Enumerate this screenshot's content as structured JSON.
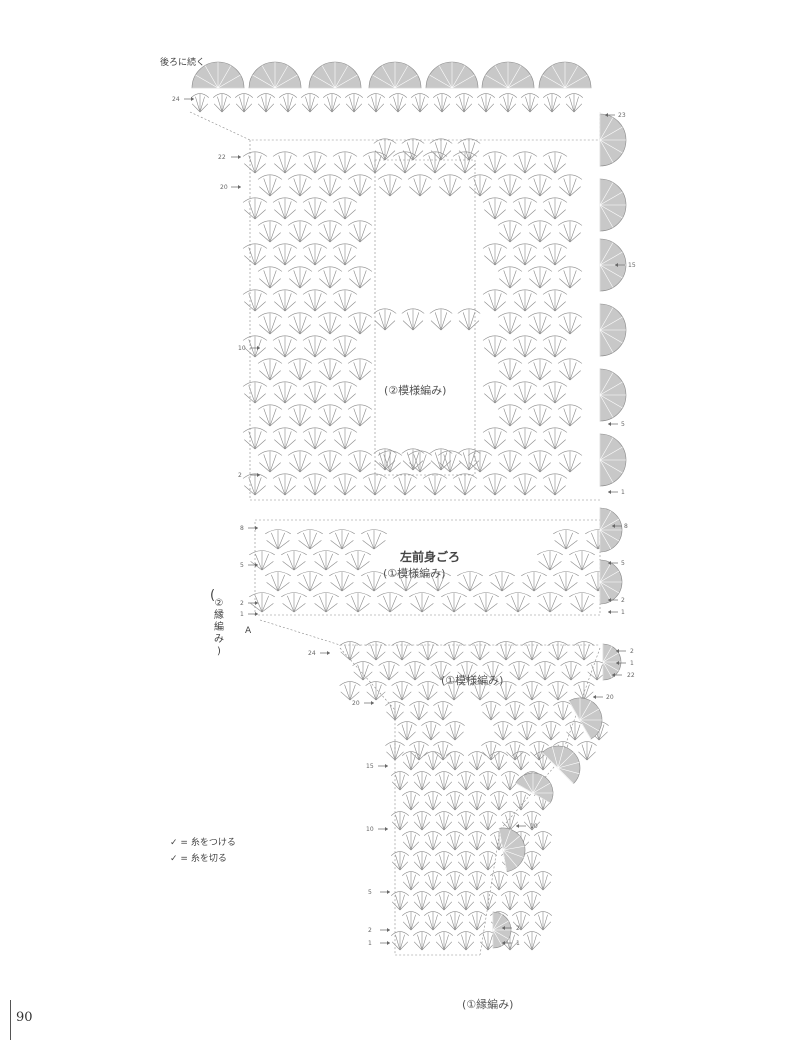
{
  "continue_label": "後ろに続く",
  "part_title": "左前身ごろ",
  "patterns": {
    "upper": "(②模様編み)",
    "lower_main": "(①模様編み)",
    "strap": "(①模様編み)",
    "edge_left_v": [
      "②",
      "縁",
      "編",
      "み",
      ")"
    ],
    "edge_bottom": "(①縁編み)"
  },
  "edge_left_paren": "(",
  "point_a": "A",
  "legend": {
    "attach": "= 糸をつける",
    "cut": "= 糸を切る"
  },
  "page_number": "90",
  "row_numbers": {
    "upper_left": [
      "24",
      "22",
      "20",
      "10",
      "2"
    ],
    "upper_right": [
      "23",
      "15",
      "5",
      "1"
    ],
    "mid_left": [
      "8",
      "5",
      "2",
      "1"
    ],
    "mid_right": [
      "8",
      "5",
      "2",
      "1"
    ],
    "strap_left": [
      "24",
      "20",
      "15",
      "10",
      "5",
      "2",
      "1"
    ],
    "strap_right": [
      "2",
      "1",
      "22",
      "20",
      "10",
      "2",
      "1"
    ]
  },
  "colors": {
    "ink": "#8a8a8a",
    "fill": "#c8c8c8",
    "page": "#ffffff"
  }
}
